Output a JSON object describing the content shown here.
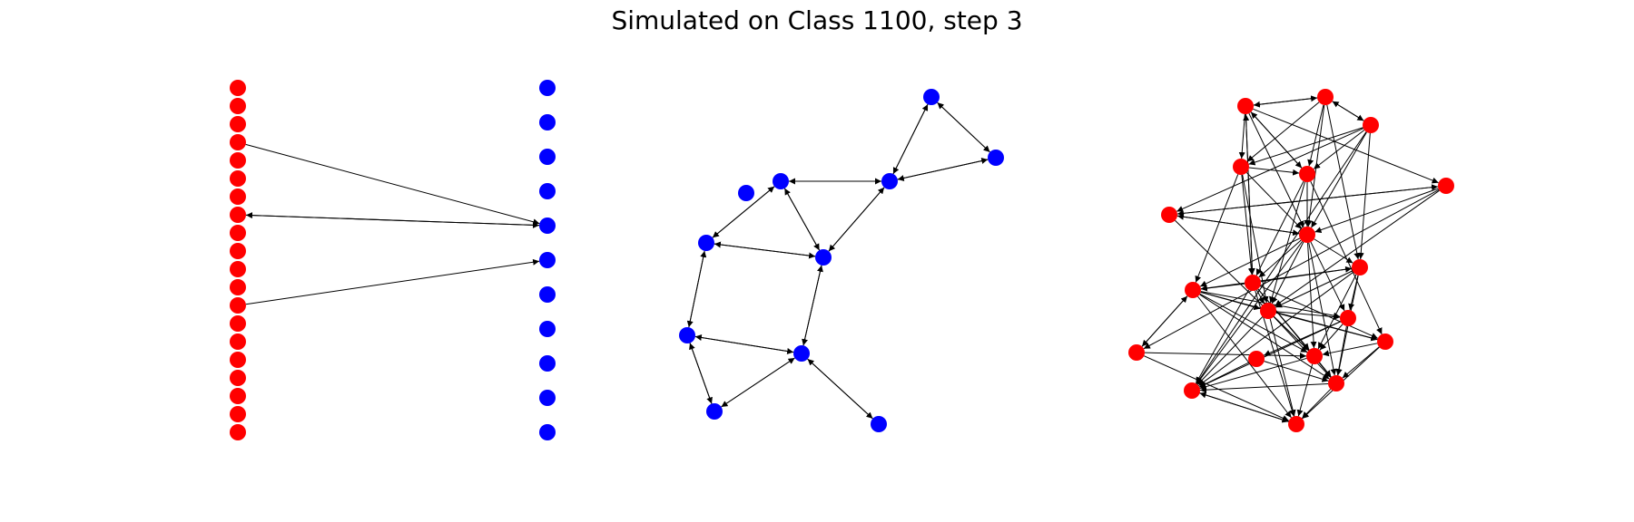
{
  "title": "Simulated on Class 1100, step 3",
  "colors": {
    "red": "#ff0000",
    "blue": "#0000ff",
    "edge": "#000000"
  },
  "panels": [
    {
      "id": "bipartite",
      "nodes": [
        {
          "id": "L0",
          "group": "red"
        },
        {
          "id": "L1",
          "group": "red"
        },
        {
          "id": "L2",
          "group": "red"
        },
        {
          "id": "L3",
          "group": "red"
        },
        {
          "id": "L4",
          "group": "red"
        },
        {
          "id": "L5",
          "group": "red"
        },
        {
          "id": "L6",
          "group": "red"
        },
        {
          "id": "L7",
          "group": "red"
        },
        {
          "id": "L8",
          "group": "red"
        },
        {
          "id": "L9",
          "group": "red"
        },
        {
          "id": "L10",
          "group": "red"
        },
        {
          "id": "L11",
          "group": "red"
        },
        {
          "id": "L12",
          "group": "red"
        },
        {
          "id": "L13",
          "group": "red"
        },
        {
          "id": "L14",
          "group": "red"
        },
        {
          "id": "L15",
          "group": "red"
        },
        {
          "id": "L16",
          "group": "red"
        },
        {
          "id": "L17",
          "group": "red"
        },
        {
          "id": "L18",
          "group": "red"
        },
        {
          "id": "L19",
          "group": "red"
        },
        {
          "id": "R0",
          "group": "blue"
        },
        {
          "id": "R1",
          "group": "blue"
        },
        {
          "id": "R2",
          "group": "blue"
        },
        {
          "id": "R3",
          "group": "blue"
        },
        {
          "id": "R4",
          "group": "blue"
        },
        {
          "id": "R5",
          "group": "blue"
        },
        {
          "id": "R6",
          "group": "blue"
        },
        {
          "id": "R7",
          "group": "blue"
        },
        {
          "id": "R8",
          "group": "blue"
        },
        {
          "id": "R9",
          "group": "blue"
        },
        {
          "id": "R10",
          "group": "blue"
        }
      ],
      "edges": [
        {
          "from": "L3",
          "to": "R4"
        },
        {
          "from": "L7",
          "to": "R4"
        },
        {
          "from": "R4",
          "to": "L7"
        },
        {
          "from": "L12",
          "to": "R5"
        }
      ]
    },
    {
      "id": "blue-graph",
      "nodes": [
        {
          "id": "B0",
          "group": "blue"
        },
        {
          "id": "B1",
          "group": "blue"
        },
        {
          "id": "B2",
          "group": "blue"
        },
        {
          "id": "B3",
          "group": "blue"
        },
        {
          "id": "B4",
          "group": "blue"
        },
        {
          "id": "B5",
          "group": "blue"
        },
        {
          "id": "B6",
          "group": "blue"
        },
        {
          "id": "B7",
          "group": "blue"
        },
        {
          "id": "B8",
          "group": "blue"
        },
        {
          "id": "B9",
          "group": "blue"
        },
        {
          "id": "B10",
          "group": "blue"
        }
      ],
      "edges": [
        {
          "from": "B0",
          "to": "B1"
        },
        {
          "from": "B1",
          "to": "B0"
        },
        {
          "from": "B0",
          "to": "B2"
        },
        {
          "from": "B2",
          "to": "B0"
        },
        {
          "from": "B1",
          "to": "B2"
        },
        {
          "from": "B2",
          "to": "B1"
        },
        {
          "from": "B2",
          "to": "B4"
        },
        {
          "from": "B4",
          "to": "B2"
        },
        {
          "from": "B2",
          "to": "B6"
        },
        {
          "from": "B6",
          "to": "B2"
        },
        {
          "from": "B4",
          "to": "B6"
        },
        {
          "from": "B6",
          "to": "B4"
        },
        {
          "from": "B4",
          "to": "B5"
        },
        {
          "from": "B5",
          "to": "B4"
        },
        {
          "from": "B5",
          "to": "B6"
        },
        {
          "from": "B6",
          "to": "B5"
        },
        {
          "from": "B5",
          "to": "B7"
        },
        {
          "from": "B7",
          "to": "B5"
        },
        {
          "from": "B6",
          "to": "B8"
        },
        {
          "from": "B8",
          "to": "B6"
        },
        {
          "from": "B7",
          "to": "B8"
        },
        {
          "from": "B8",
          "to": "B7"
        },
        {
          "from": "B7",
          "to": "B9"
        },
        {
          "from": "B9",
          "to": "B7"
        },
        {
          "from": "B8",
          "to": "B9"
        },
        {
          "from": "B9",
          "to": "B8"
        },
        {
          "from": "B8",
          "to": "B10"
        },
        {
          "from": "B10",
          "to": "B8"
        }
      ]
    },
    {
      "id": "red-graph",
      "nodes": [
        {
          "id": "C0",
          "group": "red"
        },
        {
          "id": "C1",
          "group": "red"
        },
        {
          "id": "C2",
          "group": "red"
        },
        {
          "id": "C3",
          "group": "red"
        },
        {
          "id": "C4",
          "group": "red"
        },
        {
          "id": "C5",
          "group": "red"
        },
        {
          "id": "C6",
          "group": "red"
        },
        {
          "id": "C7",
          "group": "red"
        },
        {
          "id": "C8",
          "group": "red"
        },
        {
          "id": "C9",
          "group": "red"
        },
        {
          "id": "C10",
          "group": "red"
        },
        {
          "id": "C11",
          "group": "red"
        },
        {
          "id": "C12",
          "group": "red"
        },
        {
          "id": "C13",
          "group": "red"
        },
        {
          "id": "C14",
          "group": "red"
        },
        {
          "id": "C15",
          "group": "red"
        },
        {
          "id": "C16",
          "group": "red"
        },
        {
          "id": "C17",
          "group": "red"
        },
        {
          "id": "C18",
          "group": "red"
        },
        {
          "id": "C19",
          "group": "red"
        }
      ],
      "edges": [
        {
          "from": "C0",
          "to": "C1"
        },
        {
          "from": "C1",
          "to": "C0"
        },
        {
          "from": "C1",
          "to": "C2"
        },
        {
          "from": "C2",
          "to": "C1"
        },
        {
          "from": "C0",
          "to": "C3"
        },
        {
          "from": "C0",
          "to": "C4"
        },
        {
          "from": "C4",
          "to": "C0"
        },
        {
          "from": "C0",
          "to": "C5"
        },
        {
          "from": "C0",
          "to": "C7"
        },
        {
          "from": "C0",
          "to": "C8"
        },
        {
          "from": "C8",
          "to": "C0"
        },
        {
          "from": "C1",
          "to": "C3"
        },
        {
          "from": "C1",
          "to": "C4"
        },
        {
          "from": "C1",
          "to": "C7"
        },
        {
          "from": "C1",
          "to": "C9"
        },
        {
          "from": "C2",
          "to": "C3"
        },
        {
          "from": "C2",
          "to": "C4"
        },
        {
          "from": "C2",
          "to": "C6"
        },
        {
          "from": "C2",
          "to": "C7"
        },
        {
          "from": "C2",
          "to": "C9"
        },
        {
          "from": "C3",
          "to": "C4"
        },
        {
          "from": "C3",
          "to": "C7"
        },
        {
          "from": "C3",
          "to": "C8"
        },
        {
          "from": "C3",
          "to": "C10"
        },
        {
          "from": "C3",
          "to": "C11"
        },
        {
          "from": "C4",
          "to": "C7"
        },
        {
          "from": "C4",
          "to": "C8"
        },
        {
          "from": "C4",
          "to": "C11"
        },
        {
          "from": "C4",
          "to": "C13"
        },
        {
          "from": "C5",
          "to": "C6"
        },
        {
          "from": "C6",
          "to": "C5"
        },
        {
          "from": "C5",
          "to": "C7"
        },
        {
          "from": "C5",
          "to": "C14"
        },
        {
          "from": "C5",
          "to": "C11"
        },
        {
          "from": "C6",
          "to": "C7"
        },
        {
          "from": "C7",
          "to": "C6"
        },
        {
          "from": "C7",
          "to": "C9"
        },
        {
          "from": "C7",
          "to": "C10"
        },
        {
          "from": "C7",
          "to": "C11"
        },
        {
          "from": "C7",
          "to": "C12"
        },
        {
          "from": "C7",
          "to": "C16"
        },
        {
          "from": "C7",
          "to": "C17"
        },
        {
          "from": "C7",
          "to": "C18"
        },
        {
          "from": "C7",
          "to": "C8"
        },
        {
          "from": "C8",
          "to": "C9"
        },
        {
          "from": "C8",
          "to": "C10"
        },
        {
          "from": "C8",
          "to": "C11"
        },
        {
          "from": "C8",
          "to": "C13"
        },
        {
          "from": "C8",
          "to": "C16"
        },
        {
          "from": "C8",
          "to": "C17"
        },
        {
          "from": "C8",
          "to": "C18"
        },
        {
          "from": "C8",
          "to": "C19"
        },
        {
          "from": "C9",
          "to": "C10"
        },
        {
          "from": "C9",
          "to": "C11"
        },
        {
          "from": "C9",
          "to": "C12"
        },
        {
          "from": "C9",
          "to": "C16"
        },
        {
          "from": "C9",
          "to": "C17"
        },
        {
          "from": "C9",
          "to": "C18"
        },
        {
          "from": "C10",
          "to": "C11"
        },
        {
          "from": "C10",
          "to": "C12"
        },
        {
          "from": "C10",
          "to": "C13"
        },
        {
          "from": "C10",
          "to": "C16"
        },
        {
          "from": "C10",
          "to": "C17"
        },
        {
          "from": "C10",
          "to": "C19"
        },
        {
          "from": "C11",
          "to": "C12"
        },
        {
          "from": "C11",
          "to": "C13"
        },
        {
          "from": "C11",
          "to": "C16"
        },
        {
          "from": "C11",
          "to": "C17"
        },
        {
          "from": "C11",
          "to": "C18"
        },
        {
          "from": "C11",
          "to": "C19"
        },
        {
          "from": "C12",
          "to": "C16"
        },
        {
          "from": "C12",
          "to": "C17"
        },
        {
          "from": "C12",
          "to": "C18"
        },
        {
          "from": "C12",
          "to": "C15"
        },
        {
          "from": "C13",
          "to": "C16"
        },
        {
          "from": "C13",
          "to": "C17"
        },
        {
          "from": "C13",
          "to": "C19"
        },
        {
          "from": "C14",
          "to": "C16"
        },
        {
          "from": "C14",
          "to": "C19"
        },
        {
          "from": "C15",
          "to": "C17"
        },
        {
          "from": "C15",
          "to": "C18"
        },
        {
          "from": "C16",
          "to": "C17"
        },
        {
          "from": "C16",
          "to": "C18"
        },
        {
          "from": "C16",
          "to": "C19"
        },
        {
          "from": "C17",
          "to": "C18"
        },
        {
          "from": "C17",
          "to": "C19"
        },
        {
          "from": "C18",
          "to": "C19"
        },
        {
          "from": "C19",
          "to": "C18"
        },
        {
          "from": "C10",
          "to": "C14"
        },
        {
          "from": "C14",
          "to": "C10"
        },
        {
          "from": "C2",
          "to": "C18"
        },
        {
          "from": "C6",
          "to": "C16"
        }
      ]
    }
  ]
}
